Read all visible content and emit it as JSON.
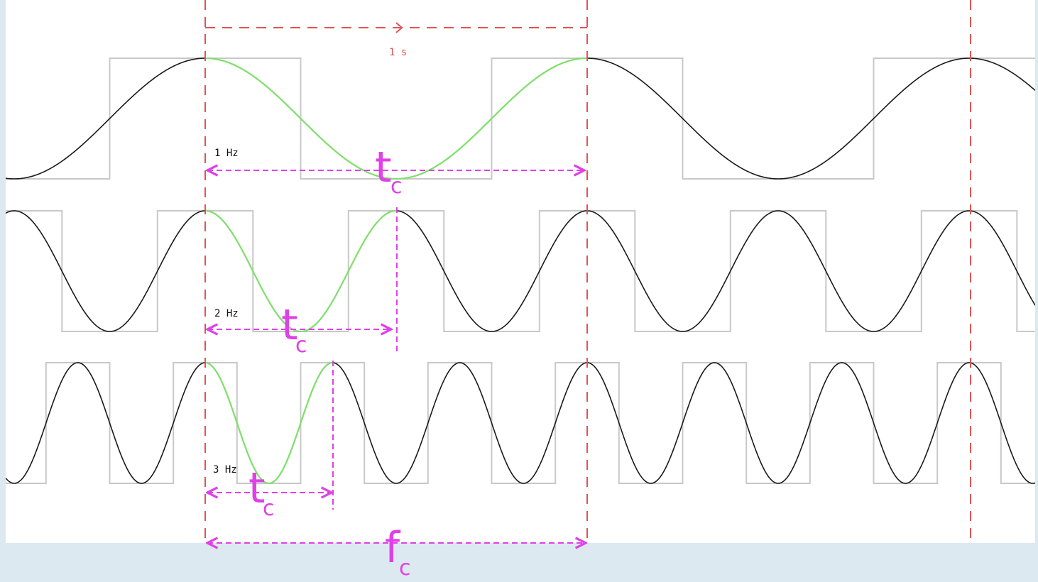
{
  "colors": {
    "background": "#dde9f1",
    "panel": "#ffffff",
    "sine": "#1a1a1a",
    "square": "#c8c8c8",
    "highlight": "#7ee06a",
    "red_guides": "#e05555",
    "magenta": "#e040e8"
  },
  "top": {
    "period_label": "1 s"
  },
  "rows": [
    {
      "freq_label": "1 Hz",
      "cycles_per_second": 1,
      "period_symbol": "t",
      "period_subscript": "c"
    },
    {
      "freq_label": "2 Hz",
      "cycles_per_second": 2,
      "period_symbol": "t",
      "period_subscript": "c"
    },
    {
      "freq_label": "3 Hz",
      "cycles_per_second": 3,
      "period_symbol": "t",
      "period_subscript": "c"
    }
  ],
  "bottom": {
    "symbol": "f",
    "subscript": "c"
  }
}
